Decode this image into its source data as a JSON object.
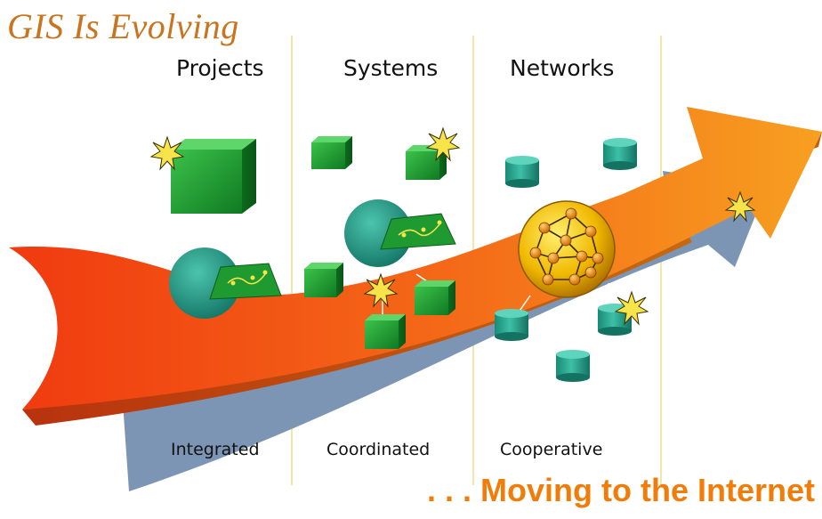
{
  "title": "GIS Is Evolving",
  "columns": {
    "projects": "Projects",
    "systems": "Systems",
    "networks": "Networks"
  },
  "stages": {
    "integrated": "Integrated",
    "coordinated": "Coordinated",
    "cooperative": "Cooperative"
  },
  "tagline": ". . . Moving to the Internet",
  "colors": {
    "title": "#c9741e",
    "tagline": "#f07d0a",
    "arrow_front_start": "#f03a10",
    "arrow_front_end": "#f7a020",
    "arrow_back": "#7c95b4",
    "cube": "#1fa533",
    "disc": "#2aa18f",
    "network_globe": "#f0b800",
    "divider": "#f2e6a8"
  },
  "icons": {
    "spark": "spark-icon",
    "cube": "cube-icon",
    "cylinder": "cylinder-icon",
    "globe": "network-globe-icon",
    "disc": "disc-icon",
    "map-sheet": "map-sheet-icon"
  }
}
